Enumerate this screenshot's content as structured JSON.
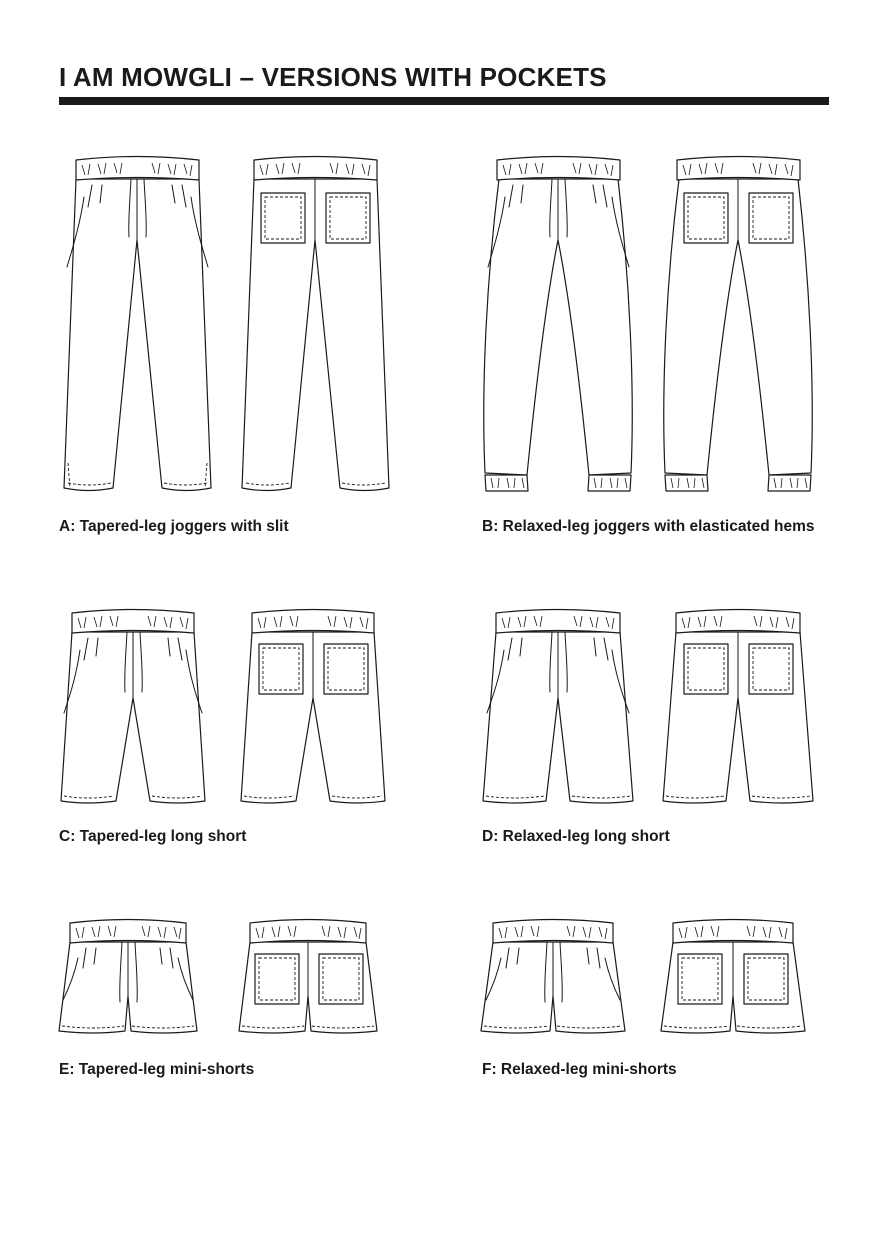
{
  "page": {
    "title": "I AM MOWGLI – VERSIONS WITH POCKETS"
  },
  "versions": [
    {
      "label": "A: Tapered-leg joggers with slit"
    },
    {
      "label": "B: Relaxed-leg joggers with elasticated hems"
    },
    {
      "label": "C: Tapered-leg long short"
    },
    {
      "label": "D: Relaxed-leg long short"
    },
    {
      "label": "E: Tapered-leg mini-shorts"
    },
    {
      "label": "F: Relaxed-leg mini-shorts"
    }
  ]
}
